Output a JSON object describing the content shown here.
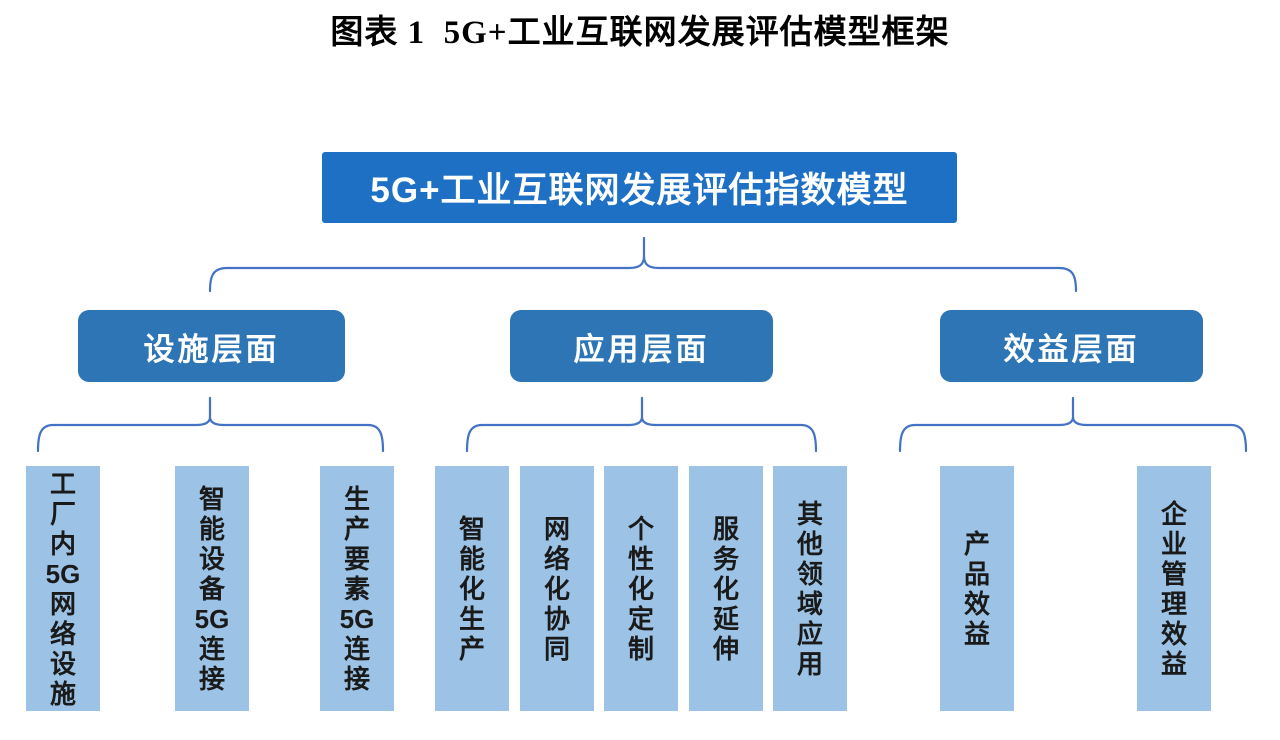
{
  "title": "图表 1  5G+工业互联网发展评估模型框架",
  "root": {
    "label": "5G+工业互联网发展评估指数模型"
  },
  "groups": [
    {
      "label": "设施层面",
      "children": [
        "工厂内5G网络设施",
        "智能设备5G连接",
        "生产要素5G连接"
      ]
    },
    {
      "label": "应用层面",
      "children": [
        "智能化生产",
        "网络化协同",
        "个性化定制",
        "服务化延伸",
        "其他领域应用"
      ]
    },
    {
      "label": "效益层面",
      "children": [
        "产品效益",
        "企业管理效益"
      ]
    }
  ],
  "colors": {
    "root_box": "#1E70C4",
    "level_box": "#2E75B6",
    "leaf_box": "#9CC3E6",
    "connector": "#4472C4",
    "box_text": "#FFFFFF",
    "leaf_text": "#1A1A1A",
    "title_text": "#000000"
  }
}
